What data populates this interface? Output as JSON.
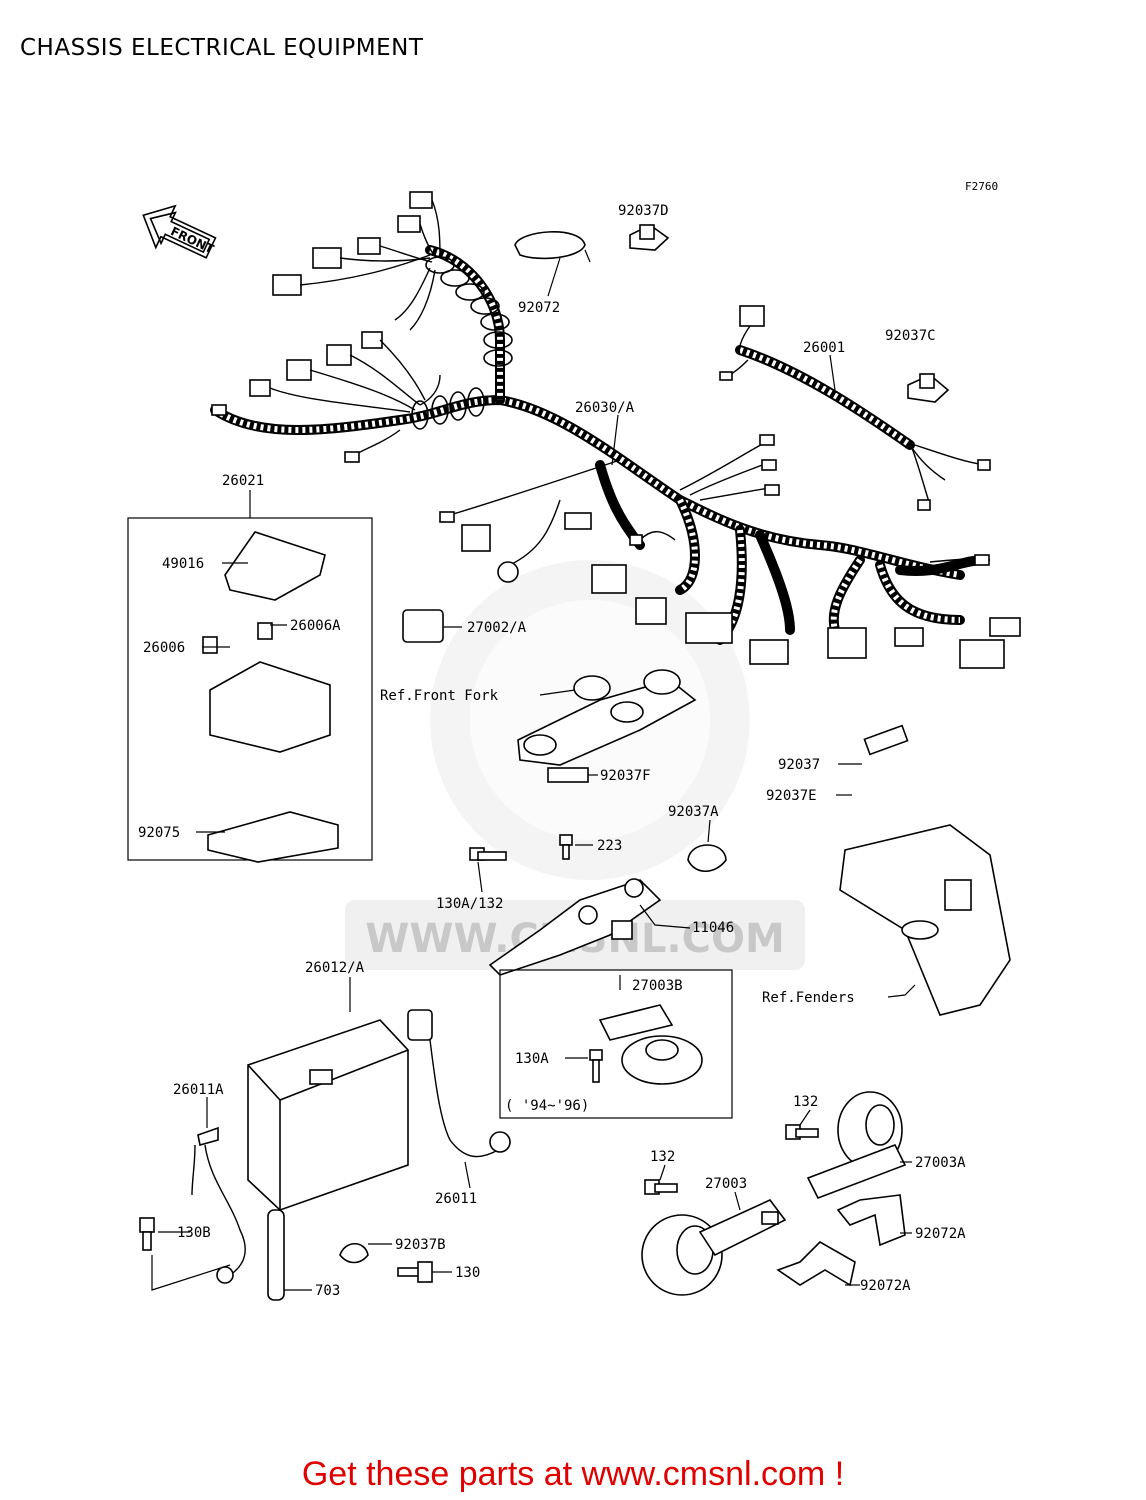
{
  "page_title": "CHASSIS ELECTRICAL EQUIPMENT",
  "figure_code": "F2760",
  "front_arrow_label": "FRONT",
  "watermark_text": "WWW.CMSNL.COM",
  "labels": {
    "p92037D": "92037D",
    "p92072": "92072",
    "p26001": "26001",
    "p92037C": "92037C",
    "p26030A": "26030/A",
    "p26021": "26021",
    "p49016": "49016",
    "p26006A": "26006A",
    "p26006": "26006",
    "p92075": "92075",
    "p27002A": "27002/A",
    "refFrontFork": "Ref.Front Fork",
    "p92037F": "92037F",
    "p92037A": "92037A",
    "p223": "223",
    "p92037": "92037",
    "p92037E": "92037E",
    "p130A132": "130A/132",
    "p11046": "11046",
    "p26012A": "26012/A",
    "p27003B": "27003B",
    "refFenders": "Ref.Fenders",
    "p130A": "130A",
    "yearRange": "( '94~'96)",
    "p26011A": "26011A",
    "p132a": "132",
    "p27003A": "27003A",
    "p132b": "132",
    "p27003": "27003",
    "p26011": "26011",
    "p130B": "130B",
    "p92037B": "92037B",
    "p130": "130",
    "p92072Aa": "92072A",
    "p92072Ab": "92072A",
    "p703": "703"
  },
  "footer_text": "Get these parts at www.cmsnl.com !",
  "colors": {
    "footer": "#e00000",
    "line": "#000000",
    "watermark": "#d9d9d9"
  }
}
